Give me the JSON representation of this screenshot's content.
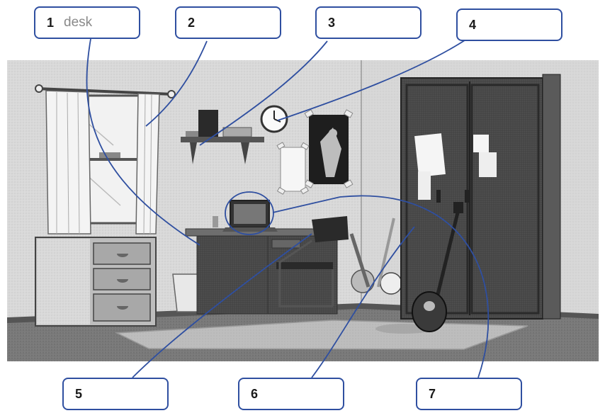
{
  "labels": [
    {
      "number": "1",
      "answer": "desk"
    },
    {
      "number": "2",
      "answer": ""
    },
    {
      "number": "3",
      "answer": ""
    },
    {
      "number": "4",
      "answer": ""
    },
    {
      "number": "5",
      "answer": ""
    },
    {
      "number": "6",
      "answer": ""
    },
    {
      "number": "7",
      "answer": ""
    }
  ],
  "colors": {
    "accent_line": "#2f4fa0",
    "answer_text": "#8a8a8a"
  }
}
